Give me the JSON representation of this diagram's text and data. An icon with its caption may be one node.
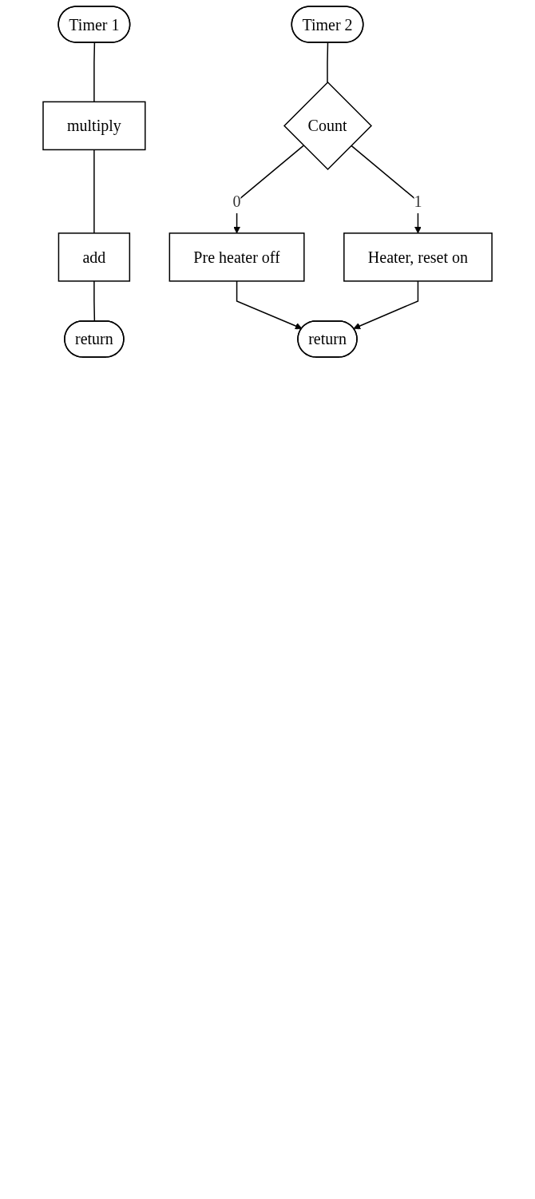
{
  "diagram": {
    "nodes": [
      {
        "text": [
          "Timer 1"
        ]
      },
      {
        "text": [
          "multiply"
        ]
      },
      {
        "text": [
          "add"
        ]
      },
      {
        "text": [
          "return"
        ]
      },
      {
        "text": [
          "Timer 2"
        ]
      },
      {
        "text": [
          "Count"
        ]
      },
      {
        "text": [
          "Pre heater off"
        ]
      },
      {
        "text": [
          "Heater, reset on"
        ]
      },
      {
        "text": [
          "return"
        ]
      }
    ],
    "edges": [
      {
        "from": 0,
        "to": 1,
        "arrow": "none"
      },
      {
        "from": 1,
        "to": 2,
        "arrow": "none"
      },
      {
        "from": 2,
        "to": 3,
        "arrow": "none"
      },
      {
        "from": 4,
        "to": 5,
        "arrow": "none"
      },
      {
        "from": 5,
        "to": 6,
        "arrow": "to",
        "label": "0"
      },
      {
        "from": 5,
        "to": 7,
        "arrow": "to",
        "label": "1"
      },
      {
        "from": 6,
        "to": 8,
        "arrow": "to"
      },
      {
        "from": 7,
        "to": 8,
        "arrow": "to"
      }
    ]
  }
}
